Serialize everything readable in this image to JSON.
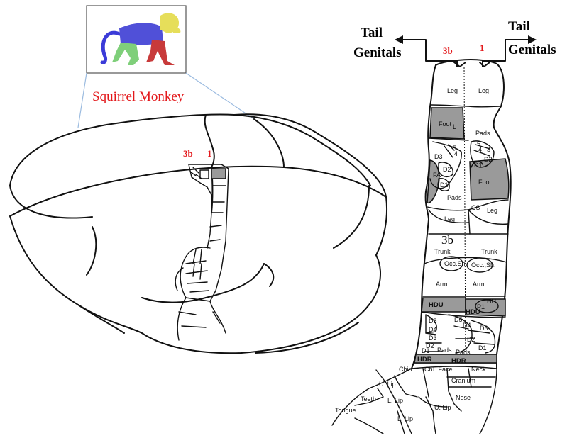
{
  "figure": {
    "species_title": "Squirrel Monkey",
    "accent_color": "#e3191c",
    "brain_labels": {
      "area_3b": "3b",
      "area_1": "1"
    },
    "map_top": {
      "area_3b": "3b",
      "area_1": "1",
      "left_tail": "Tail",
      "left_genitals": "Genitals",
      "right_tail": "Tail",
      "right_genitals": "Genitals"
    },
    "map_labels": {
      "leg_3b": "Leg",
      "leg_1": "Leg",
      "foot_3b": "Foot",
      "foot_3b_sub": "L",
      "pads_1": "Pads",
      "d3_3b": "D3",
      "d5_3b": "5",
      "d4_3b": "4",
      "d2_3b": "D2",
      "fa_3b": "FA",
      "d1_3b": "D1",
      "pads_3b": "Pads",
      "d5_1": "5",
      "d4_1": "4",
      "d3_1": "3",
      "d2_1": "D2",
      "d1_1": "D1",
      "foot_1": "Foot",
      "cs": "CS",
      "leg_1b": "Leg",
      "leg_3b_lower": "Leg",
      "area_3b_big": "3b",
      "trunk_3b": "Trunk",
      "trunk_1": "Trunk",
      "occ_sh_3b": "Occ.Sh.",
      "occ_sh_1": "Occ.,Sh.",
      "arm_3b": "Arm",
      "arm_1": "Arm",
      "hdu_3b": "HDU",
      "hdu_1": "HDU",
      "hu_1": "HU.",
      "p1_1": "P1",
      "d5_hand_3b": "D5",
      "d4_hand_3b": "D4",
      "d3_hand_3b": "D3",
      "d2_hand_3b": "D2",
      "d1_hand_3b": "D1",
      "d5_hand_1": "D5",
      "d4_hand_1": "D4",
      "d3_hand_1": "D3",
      "d2_hand_1": "D2",
      "d1_hand_1": "D1",
      "pads_hand_3b": "Pads",
      "pads_hand_1": "Pads",
      "hdr_3b": "HDR",
      "hdr_1": "HDR",
      "chin": "Chin",
      "chin2": "Ch",
      "face": "L.Face",
      "neck": "Neck",
      "cranium": "Cranium",
      "ulip_left": "U. Lip",
      "teeth": "Teeth",
      "llip_left": "L. Lip",
      "nose": "Nose",
      "ulip_right": "U. Lip",
      "tongue": "Tongue",
      "llip_bottom": "L. Lip"
    }
  }
}
